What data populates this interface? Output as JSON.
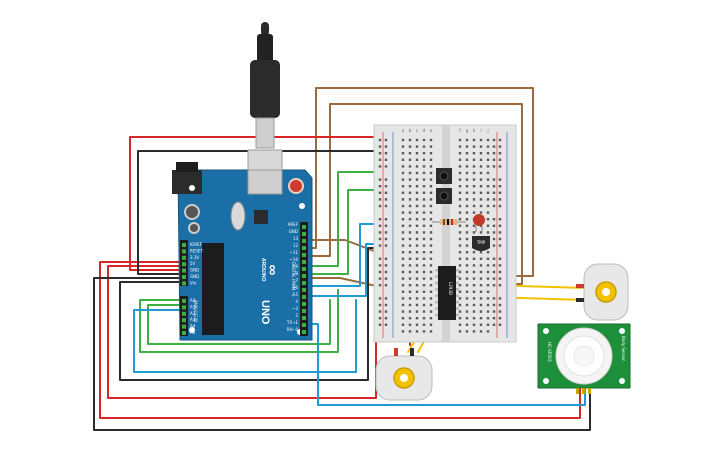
{
  "colors": {
    "wire_red": "#d62728",
    "wire_black": "#2b2b2b",
    "wire_green": "#3cb043",
    "wire_blue": "#1f9bd1",
    "wire_brown": "#9a6b3c",
    "wire_yellow": "#f2c200",
    "board_blue": "#1a6fa6",
    "breadboard": "#e6e6e6",
    "pir_green": "#1e8f3a"
  },
  "arduino": {
    "brand": "ARDUINO",
    "model": "UNO",
    "digital_label": "DIGITAL (PWM ~)",
    "analog_label": "ANALOG IN",
    "power_pins": [
      "IOREF",
      "RESET",
      "3.3V",
      "5V",
      "GND",
      "GND",
      "Vin"
    ],
    "analog_pins": [
      "A0",
      "A1",
      "A2",
      "A3",
      "A4",
      "A5"
    ],
    "digital_pins": [
      "AREF",
      "GND",
      "13",
      "12",
      "~11",
      "~10",
      "~9",
      "8",
      "7",
      "~6",
      "~5",
      "4",
      "~3",
      "2",
      "TX→1",
      "RX←0"
    ]
  },
  "breadboard": {
    "col_labels_left": [
      "a",
      "b",
      "c",
      "d",
      "e"
    ],
    "col_labels_right": [
      "f",
      "g",
      "h",
      "i",
      "j"
    ]
  },
  "driver_ic": {
    "label": "L293D"
  },
  "temp_sensor": {
    "label": "TMP"
  },
  "pir_sensor": {
    "label_left": "HC-SR501",
    "label_right": "Body Sensor"
  },
  "icons": [
    "usb-plug-icon",
    "motor-icon",
    "pir-dome-icon"
  ]
}
